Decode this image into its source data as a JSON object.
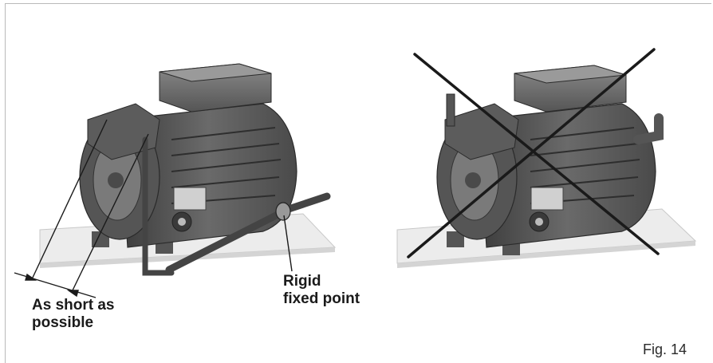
{
  "figure": {
    "label_short": "As short as\npossible",
    "label_fixed": "Rigid\nfixed point",
    "caption": "Fig. 14"
  },
  "colors": {
    "body_dark": "#4a4a4a",
    "body_mid": "#6b6b6b",
    "body_light": "#8e8e8e",
    "plate": "#ececec",
    "cross": "#1a1a1a",
    "frame": "#b9b9b9"
  },
  "icons": [
    "compressor-illustration-correct",
    "compressor-illustration-incorrect",
    "cross-mark-icon"
  ]
}
